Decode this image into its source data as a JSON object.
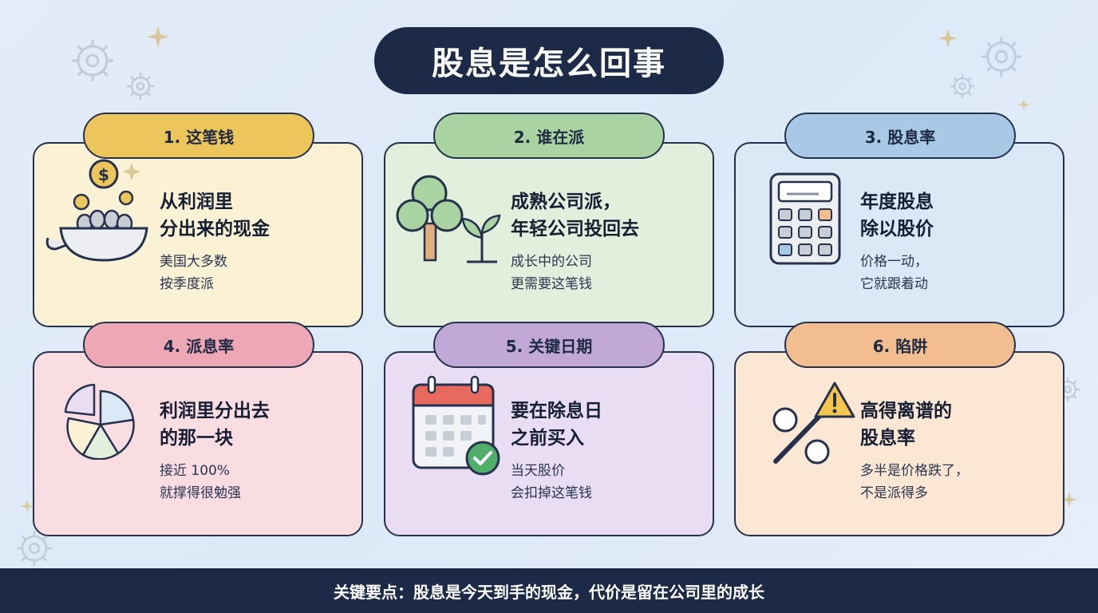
{
  "title": "股息是怎么回事",
  "cards": [
    {
      "tab": "1. 这笔钱",
      "head1": "从利润里",
      "head2": "分出来的现金",
      "sub1": "美国大多数",
      "sub2": "按季度派",
      "icon": "money-bowl-icon",
      "tab_color": "#ecc65a",
      "card_color": "#fbf2d6"
    },
    {
      "tab": "2. 谁在派",
      "head1": "成熟公司派，",
      "head2": "年轻公司投回去",
      "sub1": "成长中的公司",
      "sub2": "更需要这笔钱",
      "icon": "tree-sprout-icon",
      "tab_color": "#a9d3a1",
      "card_color": "#e1efdc"
    },
    {
      "tab": "3. 股息率",
      "head1": "年度股息",
      "head2": "除以股价",
      "sub1": "价格一动，",
      "sub2": "它就跟着动",
      "icon": "calculator-icon",
      "tab_color": "#a7c9e6",
      "card_color": "#dbe8f5"
    },
    {
      "tab": "4. 派息率",
      "head1": "利润里分出去",
      "head2": "的那一块",
      "sub1": "接近 100%",
      "sub2": "就撑得很勉强",
      "icon": "pie-chart-icon",
      "tab_color": "#eea7b5",
      "card_color": "#fadde3"
    },
    {
      "tab": "5. 关键日期",
      "head1": "要在除息日",
      "head2": "之前买入",
      "sub1": "当天股价",
      "sub2": "会扣掉这笔钱",
      "icon": "calendar-check-icon",
      "tab_color": "#c2a8d6",
      "card_color": "#e8ddf2"
    },
    {
      "tab": "6. 陷阱",
      "head1": "高得离谱的",
      "head2": "股息率",
      "sub1": "多半是价格跌了，",
      "sub2": "不是派得多",
      "icon": "percent-warning-icon",
      "tab_color": "#f2bd8f",
      "card_color": "#fbe7d4"
    }
  ],
  "footer": "关键要点：股息是今天到手的现金，代价是留在公司里的成长",
  "colors": {
    "navy": "#1c2a47",
    "outline": "#26324d",
    "background": "#e3ecf8"
  }
}
